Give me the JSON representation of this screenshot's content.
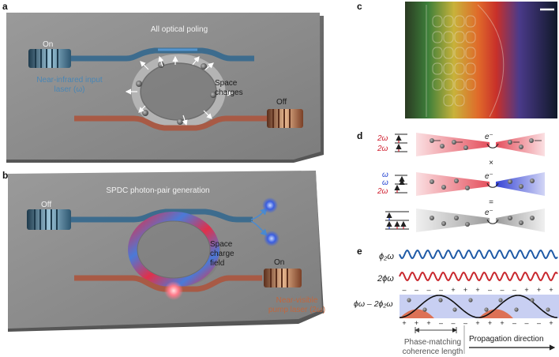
{
  "panels": {
    "a": {
      "label": "a",
      "title": "All optical poling",
      "on_label": "On",
      "off_label": "Off",
      "input_laser": [
        "Near-infrared input",
        "laser (ω)"
      ],
      "space_charges": [
        "Space",
        "charges"
      ]
    },
    "b": {
      "label": "b",
      "title": "SPDC photon-pair generation",
      "off_label": "Off",
      "on_label": "On",
      "field": [
        "Space",
        "charge",
        "field"
      ],
      "pump": [
        "Near-visible",
        "pump laser (2ω)"
      ]
    },
    "c": {
      "label": "c"
    },
    "d": {
      "label": "d",
      "row1_freqs": [
        "2ω",
        "2ω"
      ],
      "row2_freqs": [
        "ω",
        "ω",
        "2ω"
      ],
      "electron": "e⁻",
      "times": "×",
      "equals": "="
    },
    "e": {
      "label": "e",
      "phi_2w": "ϕ₂ω",
      "two_phi_w": "2ϕω",
      "diff": "ϕω – 2ϕ₂ω",
      "coherence": [
        "Phase-matching",
        "coherence length"
      ],
      "propagation": "Propagation direction",
      "signs_top": [
        "–",
        "–",
        "–",
        "–",
        "+",
        "+",
        "+",
        "–",
        "–",
        "–",
        "+",
        "+",
        "+"
      ],
      "signs_bottom": [
        "+",
        "+",
        "+",
        "–",
        "–",
        "–",
        "+",
        "+",
        "+",
        "–",
        "–",
        "–",
        "+"
      ]
    }
  },
  "colors": {
    "slab": "#8b8b8b",
    "ir_waveguide": "#3d6c8e",
    "pump_waveguide": "#a85a45",
    "ir_text": "#4a86b4",
    "pump_text": "#c0673f",
    "wave_blue": "#1f5aa6",
    "wave_red": "#c8282e",
    "ring_red": "#e0304a",
    "ring_blue": "#4a7ad8"
  }
}
